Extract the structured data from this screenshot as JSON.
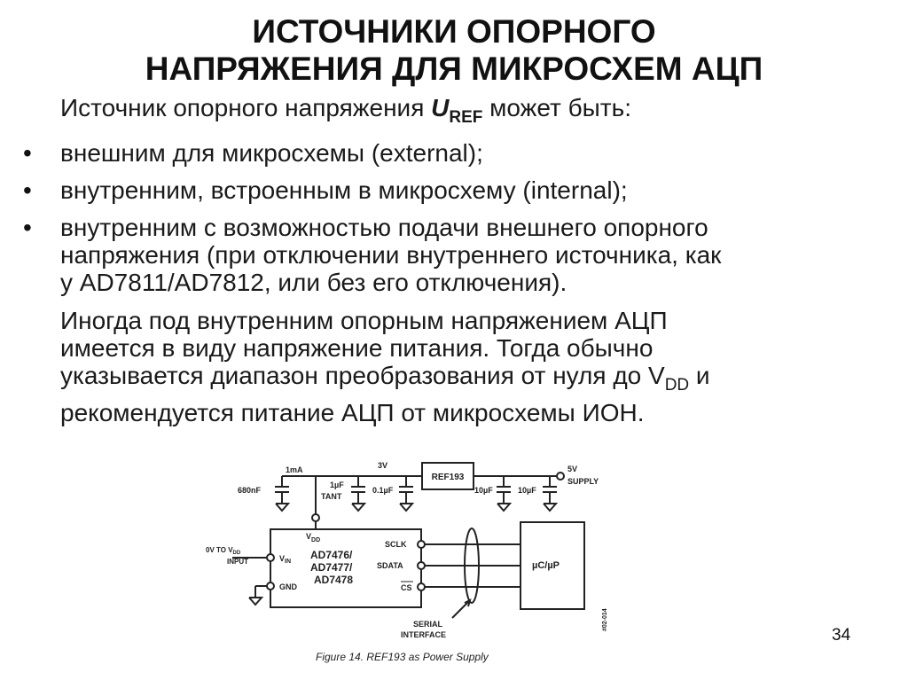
{
  "title": {
    "line1": "ИСТОЧНИКИ ОПОРНОГО",
    "line2": "НАПРЯЖЕНИЯ ДЛЯ МИКРОСХЕМ АЦП"
  },
  "intro": {
    "before": "Источник опорного напряжения ",
    "symbol": "U",
    "subscript": "REF",
    "after": " может быть:"
  },
  "bullets": [
    {
      "text": "внешним для микросхемы (external);"
    },
    {
      "text": "внутренним, встроенным в микросхему (internal);"
    },
    {
      "lines": [
        "внутренним с возможностью подачи внешнего опорного",
        "напряжения (при отключении внутреннего источника, как",
        "у AD7811/AD7812, или без его отключения)."
      ]
    }
  ],
  "note": {
    "line1": "Иногда под внутренним опорным напряжением АЦП",
    "line2": "имеется в виду напряжение питания. Тогда обычно",
    "line3_before": "указывается диапазон преобразования от нуля до V",
    "line3_sub": "DD",
    "line3_after": " и",
    "line4": "рекомендуется питание АЦП от микросхемы ИОН."
  },
  "diagram": {
    "label_1ma": "1mA",
    "label_3v": "3V",
    "ref_chip": "REF193",
    "supply_1": "5V",
    "supply_2": "SUPPLY",
    "cap_680": "680nF",
    "cap_tant_1": "1µF",
    "cap_tant_2": "TANT",
    "cap_01": "0.1µF",
    "cap_10a": "10µF",
    "cap_10b": "10µF",
    "vdd_main": "V",
    "vdd_sub": "DD",
    "input_1a": "0V TO V",
    "input_1b": "DD",
    "input_2": "INPUT",
    "adc_line1": "AD7476/",
    "adc_line2": "AD7477/",
    "adc_line3": "AD7478",
    "pin_vin": "V",
    "pin_vin_sub": "IN",
    "pin_gnd": "GND",
    "pin_sclk": "SCLK",
    "pin_sdata": "SDATA",
    "pin_cs": "CS",
    "mcu": "µC/µP",
    "serial_1": "SERIAL",
    "serial_2": "INTERFACE",
    "side_code": "#02-014",
    "caption": "Figure 14. REF193 as Power Supply"
  },
  "page_number": "34"
}
